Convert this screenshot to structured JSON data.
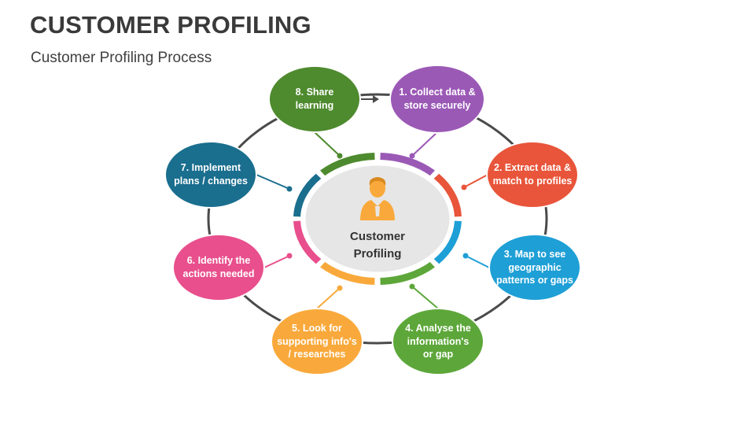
{
  "header": {
    "title": "CUSTOMER PROFILING",
    "subtitle": "Customer Profiling Process"
  },
  "center": {
    "label": "Customer\nProfiling",
    "icon": "customer-person-icon"
  },
  "steps": [
    {
      "label": "1. Collect data &\nstore securely",
      "color": "#9B59B6"
    },
    {
      "label": "2. Extract data &\nmatch to profiles",
      "color": "#E8553A"
    },
    {
      "label": "3. Map to see\ngeographic\npatterns or gaps",
      "color": "#1E9FD6"
    },
    {
      "label": "4. Analyse the\ninformation's\nor gap",
      "color": "#5DA73A"
    },
    {
      "label": "5. Look for\nsupporting info's\n/ researches",
      "color": "#F9A93B"
    },
    {
      "label": "6. Identify the\nactions needed",
      "color": "#E84F8C"
    },
    {
      "label": "7. Implement\nplans / changes",
      "color": "#1A6E8E"
    },
    {
      "label": "8. Share\nlearning",
      "color": "#4E8A2E"
    }
  ],
  "colors": {
    "ring": "#4a4a4a",
    "center_fill": "#e6e6e6",
    "icon": "#F9A93B"
  }
}
